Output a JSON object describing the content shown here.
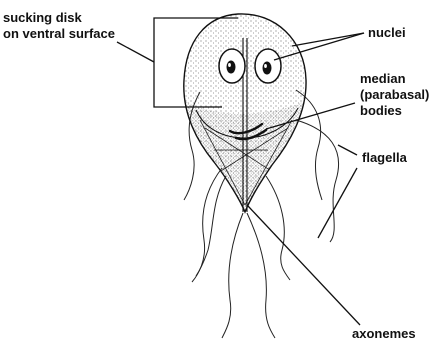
{
  "labels": {
    "sucking_disk": [
      "sucking disk",
      "on ventral surface"
    ],
    "nuclei": "nuclei",
    "median_bodies": [
      "median",
      "(parabasal)",
      "bodies"
    ],
    "flagella": "flagella",
    "axonemes": "axonemes"
  },
  "colors": {
    "ink": "#111111",
    "background": "#ffffff"
  }
}
